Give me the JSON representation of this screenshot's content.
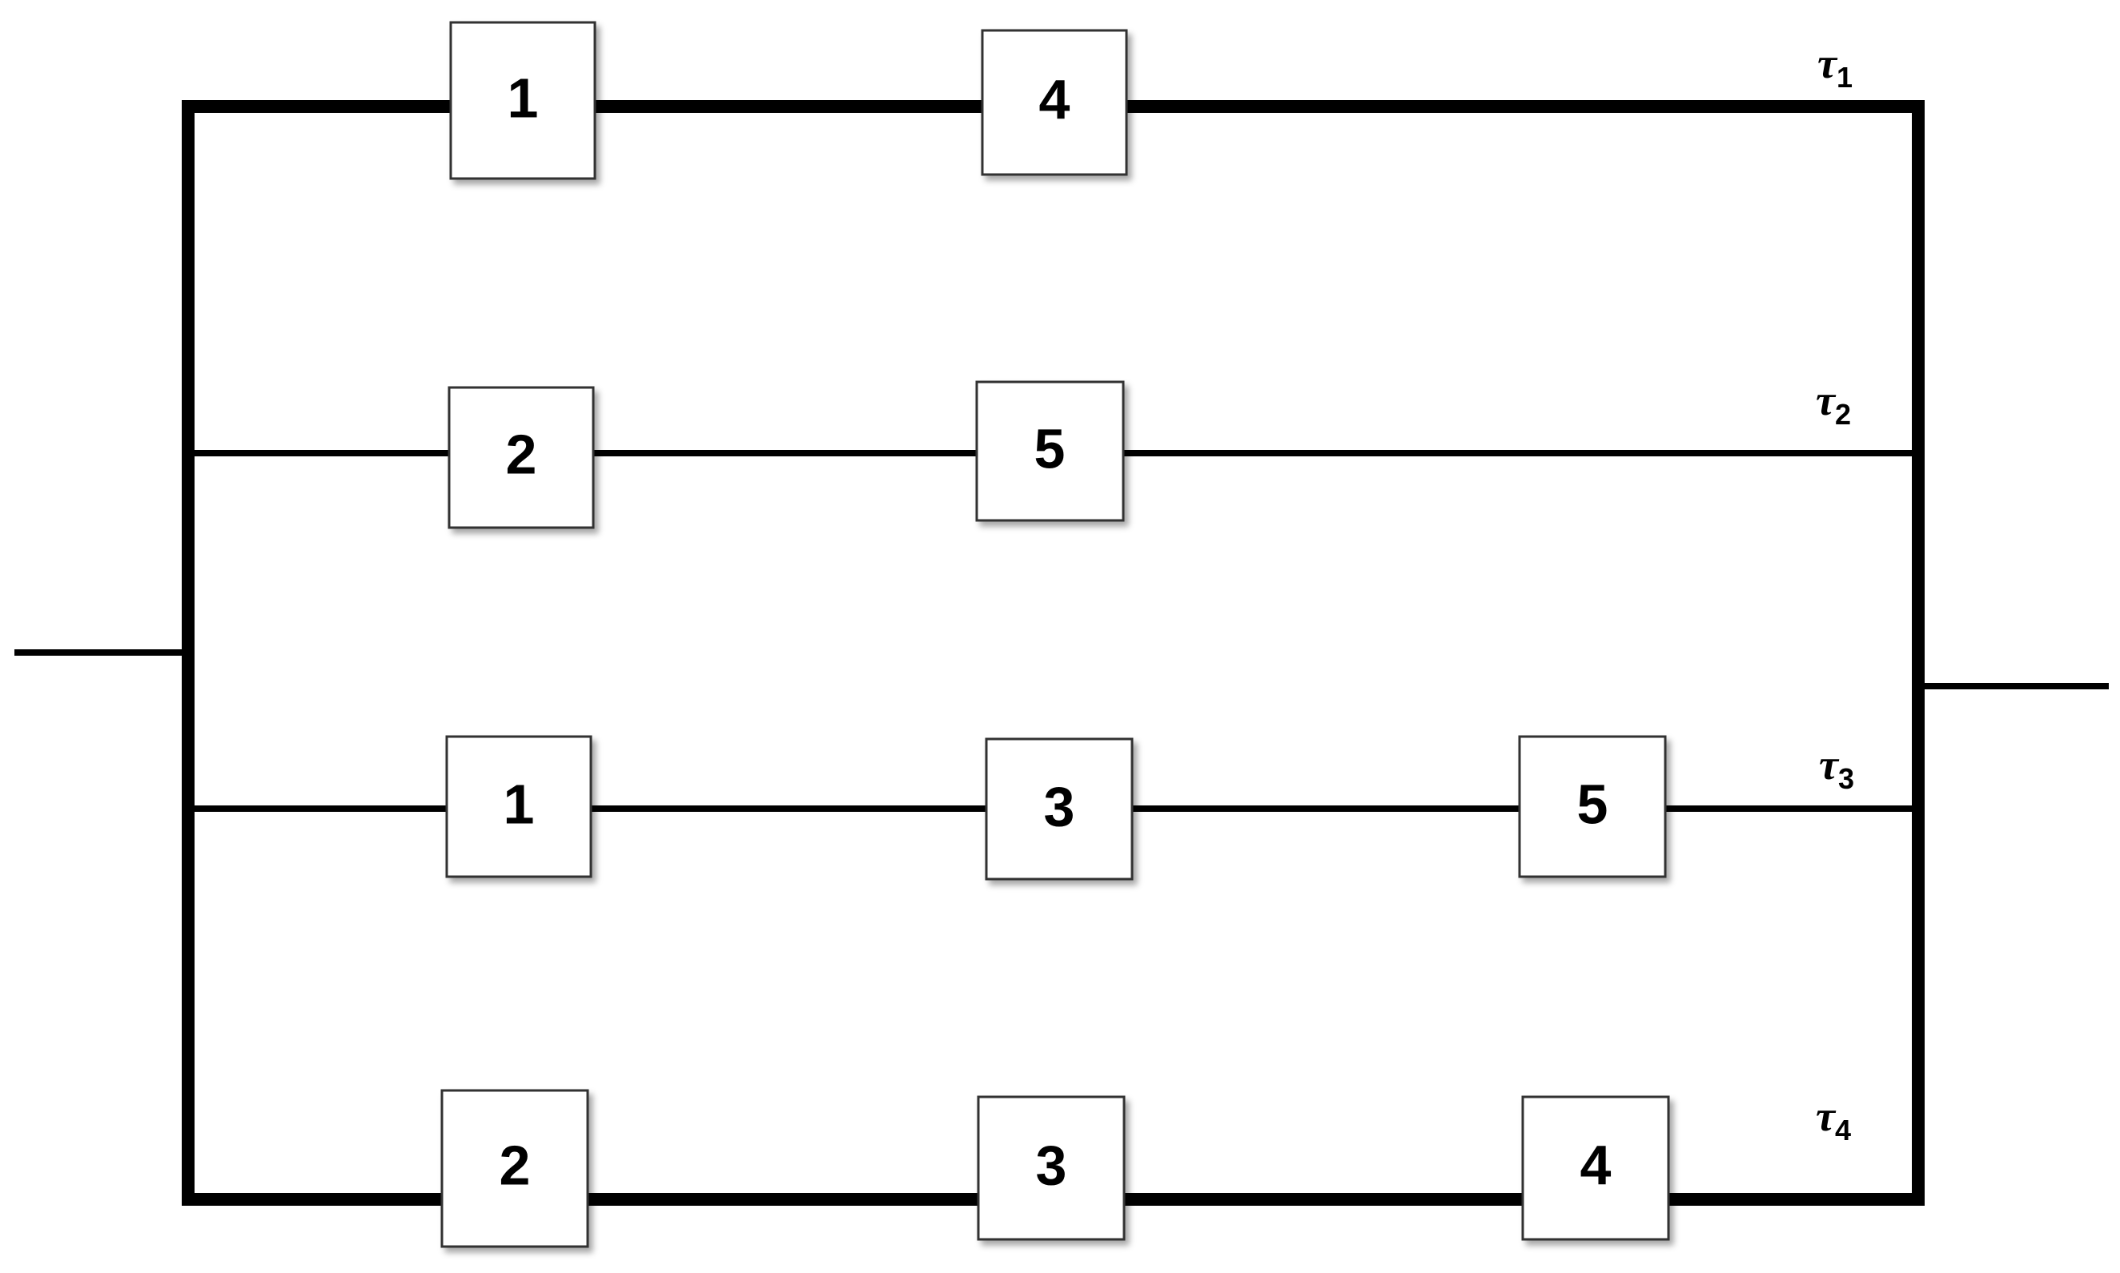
{
  "diagram": {
    "paths": [
      {
        "label": "τ",
        "subscript": "1",
        "blocks": [
          "1",
          "4"
        ]
      },
      {
        "label": "τ",
        "subscript": "2",
        "blocks": [
          "2",
          "5"
        ]
      },
      {
        "label": "τ",
        "subscript": "3",
        "blocks": [
          "1",
          "3",
          "5"
        ]
      },
      {
        "label": "τ",
        "subscript": "4",
        "blocks": [
          "2",
          "3",
          "4"
        ]
      }
    ]
  }
}
